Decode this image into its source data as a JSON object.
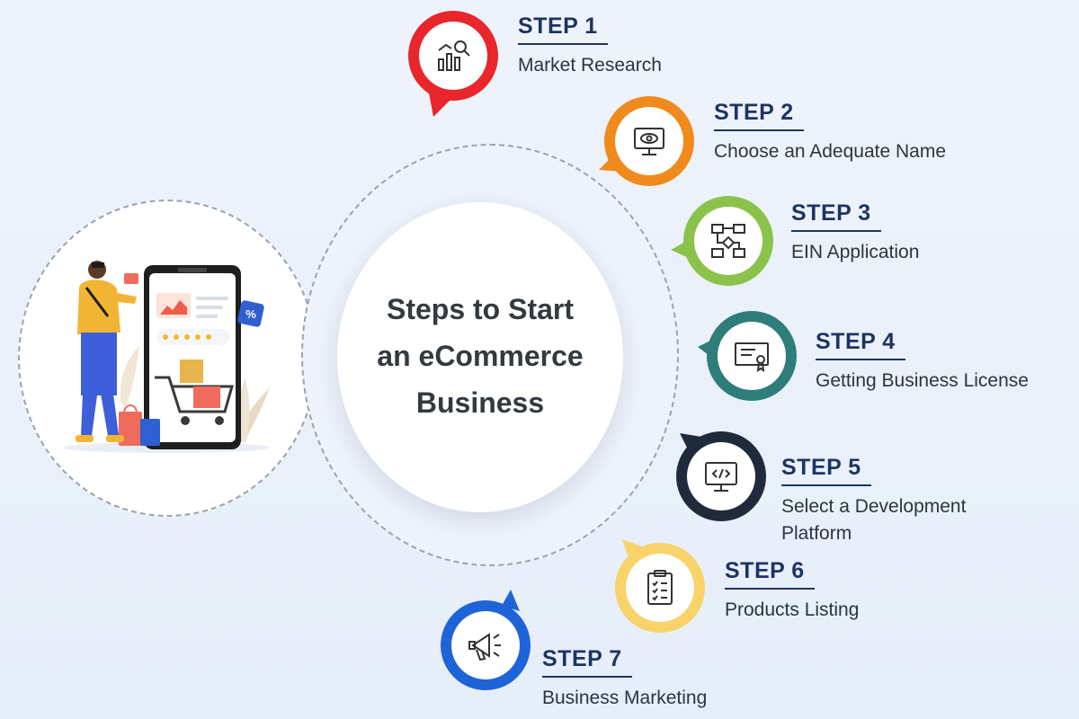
{
  "title": {
    "line1": "Steps to Start",
    "line2": "an eCommerce",
    "line3": "Business"
  },
  "steps": [
    {
      "label": "STEP 1",
      "desc": "Market Research",
      "color": "#e8262c",
      "icon": "market-research-icon"
    },
    {
      "label": "STEP 2",
      "desc": "Choose an Adequate Name",
      "color": "#f08a1c",
      "icon": "monitor-eye-icon"
    },
    {
      "label": "STEP 3",
      "desc": "EIN Application",
      "color": "#8bc34a",
      "icon": "flowchart-icon"
    },
    {
      "label": "STEP 4",
      "desc": "Getting Business License",
      "color": "#2e7d7a",
      "icon": "certificate-icon"
    },
    {
      "label": "STEP 5",
      "desc": "Select a Development",
      "desc2": "Platform",
      "color": "#1f2a3a",
      "icon": "code-monitor-icon"
    },
    {
      "label": "STEP 6",
      "desc": "Products Listing",
      "color": "#f7d36a",
      "icon": "clipboard-list-icon"
    },
    {
      "label": "STEP 7",
      "desc": "Business Marketing",
      "color": "#1e64d8",
      "icon": "megaphone-icon"
    }
  ],
  "colors": {
    "heading": "#1d3463",
    "center_text": "#333a40",
    "dashed_ring": "#9aa3ad"
  }
}
